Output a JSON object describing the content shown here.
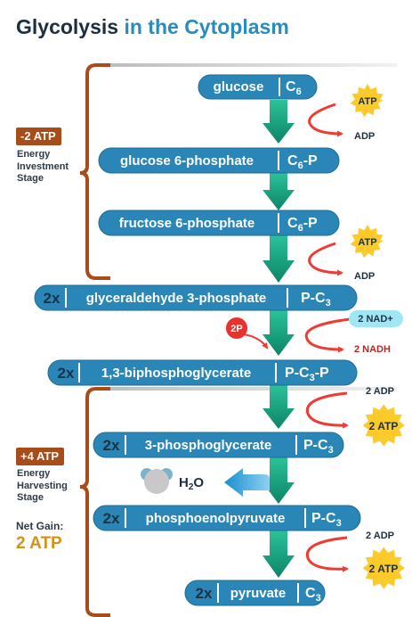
{
  "title": {
    "main": "Glycolysis",
    "highlight": "in the Cytoplasm"
  },
  "stages": {
    "investment": {
      "badge": "-2 ATP",
      "label": [
        "Energy",
        "Investment",
        "Stage"
      ]
    },
    "harvesting": {
      "badge": "+4 ATP",
      "label": [
        "Energy",
        "Harvesting",
        "Stage"
      ]
    }
  },
  "net_gain": {
    "label": "Net Gain:",
    "value": "2 ATP"
  },
  "molecules": [
    {
      "id": "glucose",
      "multiplier": "",
      "name": "glucose",
      "formula": [
        "C",
        "6",
        ""
      ]
    },
    {
      "id": "glucose-6-phosphate",
      "multiplier": "",
      "name": "glucose 6-phosphate",
      "formula": [
        "C",
        "6",
        "-P"
      ]
    },
    {
      "id": "fructose-6-phosphate",
      "multiplier": "",
      "name": "fructose 6-phosphate",
      "formula": [
        "C",
        "6",
        "-P"
      ]
    },
    {
      "id": "glyceraldehyde-3-phosphate",
      "multiplier": "2x",
      "name": "glyceraldehyde 3-phosphate",
      "formula": [
        "P-C",
        "3",
        ""
      ]
    },
    {
      "id": "1-3-biphosphoglycerate",
      "multiplier": "2x",
      "name": "1,3-biphosphoglycerate",
      "formula": [
        "P-C",
        "3",
        "-P"
      ]
    },
    {
      "id": "3-phosphoglycerate",
      "multiplier": "2x",
      "name": "3-phosphoglycerate",
      "formula": [
        "P-C",
        "3",
        ""
      ]
    },
    {
      "id": "phosphoenolpyruvate",
      "multiplier": "2x",
      "name": "phosphoenolpyruvate",
      "formula": [
        "P-C",
        "3",
        ""
      ]
    },
    {
      "id": "pyruvate",
      "multiplier": "2x",
      "name": "pyruvate",
      "formula": [
        "C",
        "3",
        ""
      ]
    }
  ],
  "reactions": {
    "atp_in_1": {
      "starburst": "ATP",
      "product": "ADP"
    },
    "atp_in_2": {
      "starburst": "ATP",
      "product": "ADP"
    },
    "nad": {
      "input": "2 NAD+",
      "product": "2 NADH"
    },
    "phosphate": "2P",
    "atp_out_1": {
      "input": "2 ADP",
      "starburst": "2 ATP"
    },
    "atp_out_2": {
      "input": "2 ADP",
      "starburst": "2 ATP"
    },
    "water": [
      "H",
      "2",
      "O"
    ]
  },
  "colors": {
    "pill": "#2a86b6",
    "pill_border": "#1e6c97",
    "arrow_top": "#2bc29a",
    "arrow_bottom": "#0c8466",
    "bracket": "#a84c1a",
    "curve": "#ee3b33",
    "starburst": "#fdca2c",
    "nad_bubble": "#9fe7f4",
    "phosphate": "#e8322d",
    "water_arrow": "#1a8fd0",
    "net_gain": "#d39219"
  }
}
